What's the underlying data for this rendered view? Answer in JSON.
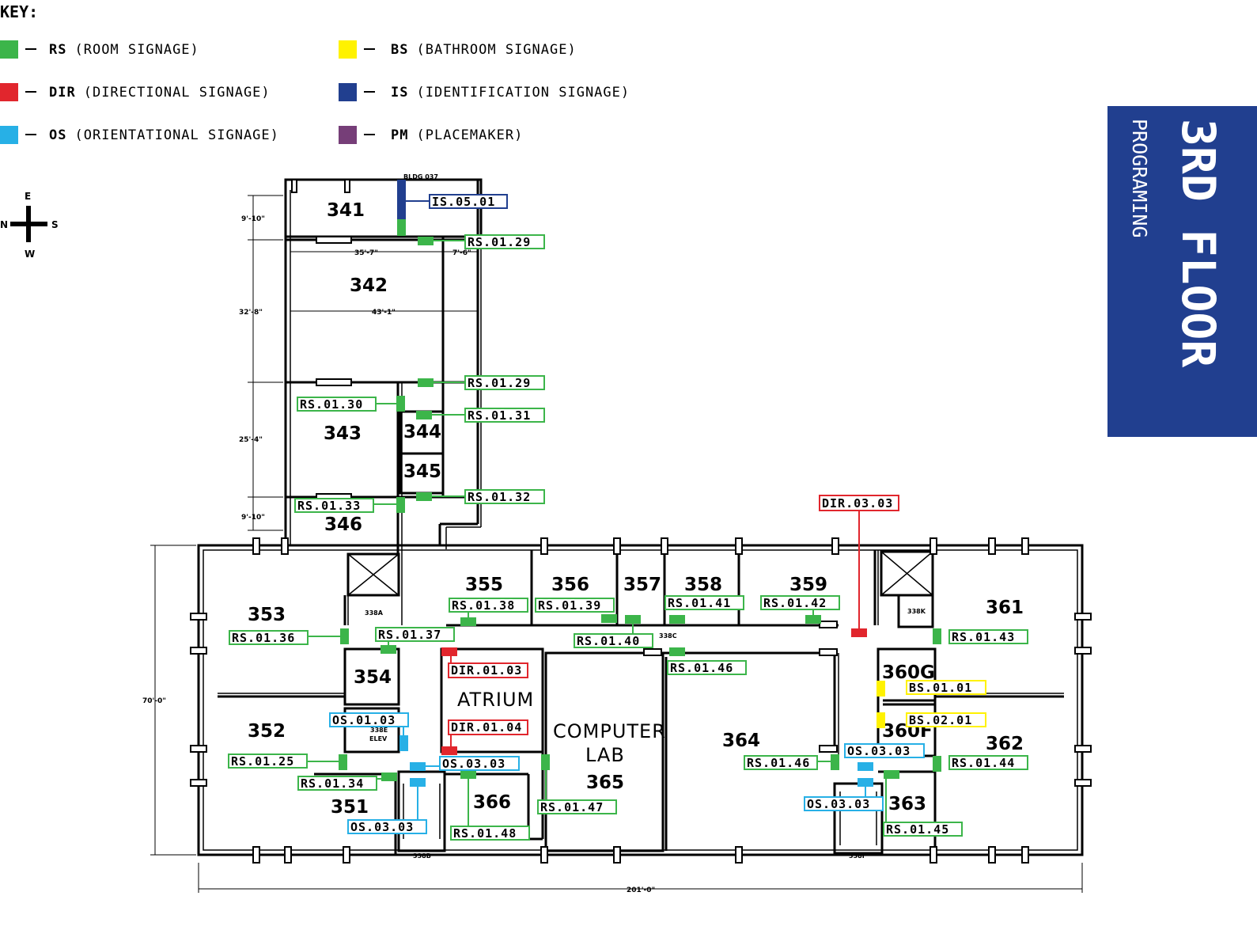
{
  "key": {
    "title": "KEY:",
    "items": [
      {
        "code": "RS",
        "label": "(ROOM SIGNAGE)",
        "color": "#3cb54a"
      },
      {
        "code": "DIR",
        "label": "(DIRECTIONAL SIGNAGE)",
        "color": "#e1262d"
      },
      {
        "code": "OS",
        "label": "(ORIENTATIONAL SIGNAGE)",
        "color": "#27b0e6"
      },
      {
        "code": "BS",
        "label": "(BATHROOM SIGNAGE)",
        "color": "#fff200"
      },
      {
        "code": "IS",
        "label": "(IDENTIFICATION SIGNAGE)",
        "color": "#213f8f"
      },
      {
        "code": "PM",
        "label": "(PLACEMAKER)",
        "color": "#763e78"
      }
    ]
  },
  "compass": {
    "e": "E",
    "n": "N",
    "s": "S",
    "w": "W"
  },
  "banner": {
    "title": "3RD FLOOR",
    "subtitle": "PROGRAMING",
    "color": "#213f8f"
  },
  "building": {
    "label": "BLDG 037"
  },
  "rooms": [
    "341",
    "342",
    "343",
    "344",
    "345",
    "346",
    "353",
    "354",
    "352",
    "351",
    "355",
    "356",
    "357",
    "358",
    "359",
    "361",
    "360G",
    "360F",
    "362",
    "363",
    "364",
    "366"
  ],
  "special_rooms": {
    "atrium": "ATRIUM",
    "computer": "COMPUTER",
    "lab": "LAB",
    "lab_number": "365"
  },
  "small_labels": [
    "338A",
    "338E",
    "ELEV",
    "338B",
    "338C",
    "338K",
    "338F"
  ],
  "dimensions": [
    "9'-10\"",
    "35'-7\"",
    "7'-6\"",
    "32'-8\"",
    "43'-1\"",
    "25'-4\"",
    "9'-10\"",
    "70'-0\"",
    "201'-0\""
  ],
  "signs": [
    {
      "id": "IS.05.01",
      "type": "IS"
    },
    {
      "id": "RS.01.29",
      "type": "RS"
    },
    {
      "id": "RS.01.29",
      "type": "RS"
    },
    {
      "id": "RS.01.30",
      "type": "RS"
    },
    {
      "id": "RS.01.31",
      "type": "RS"
    },
    {
      "id": "RS.01.33",
      "type": "RS"
    },
    {
      "id": "RS.01.32",
      "type": "RS"
    },
    {
      "id": "DIR.03.03",
      "type": "DIR"
    },
    {
      "id": "RS.01.38",
      "type": "RS"
    },
    {
      "id": "RS.01.39",
      "type": "RS"
    },
    {
      "id": "RS.01.41",
      "type": "RS"
    },
    {
      "id": "RS.01.42",
      "type": "RS"
    },
    {
      "id": "RS.01.36",
      "type": "RS"
    },
    {
      "id": "RS.01.37",
      "type": "RS"
    },
    {
      "id": "RS.01.40",
      "type": "RS"
    },
    {
      "id": "RS.01.43",
      "type": "RS"
    },
    {
      "id": "DIR.01.03",
      "type": "DIR"
    },
    {
      "id": "RS.01.46",
      "type": "RS"
    },
    {
      "id": "BS.01.01",
      "type": "BS"
    },
    {
      "id": "OS.01.03",
      "type": "OS"
    },
    {
      "id": "DIR.01.04",
      "type": "DIR"
    },
    {
      "id": "BS.02.01",
      "type": "BS"
    },
    {
      "id": "OS.03.03",
      "type": "OS"
    },
    {
      "id": "RS.01.25",
      "type": "RS"
    },
    {
      "id": "OS.03.03",
      "type": "OS"
    },
    {
      "id": "RS.01.46",
      "type": "RS"
    },
    {
      "id": "RS.01.44",
      "type": "RS"
    },
    {
      "id": "RS.01.34",
      "type": "RS"
    },
    {
      "id": "RS.01.47",
      "type": "RS"
    },
    {
      "id": "OS.03.03",
      "type": "OS"
    },
    {
      "id": "OS.03.03",
      "type": "OS"
    },
    {
      "id": "RS.01.48",
      "type": "RS"
    },
    {
      "id": "RS.01.45",
      "type": "RS"
    }
  ]
}
